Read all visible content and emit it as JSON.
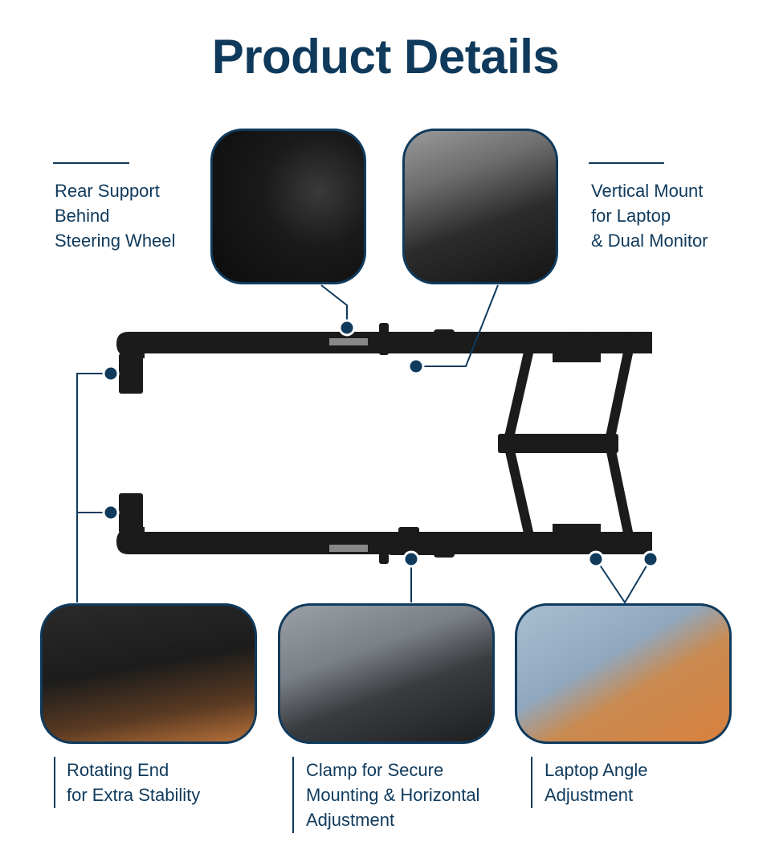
{
  "title": "Product Details",
  "features": {
    "rear_support": {
      "lines": [
        "Rear Support",
        "Behind",
        "Steering Wheel"
      ]
    },
    "vertical_mount": {
      "lines": [
        "Vertical Mount",
        "for Laptop",
        "& Dual Monitor"
      ]
    },
    "rotating_end": {
      "lines": [
        "Rotating End",
        "for Extra Stability"
      ]
    },
    "clamp": {
      "lines": [
        "Clamp for Secure",
        "Mounting & Horizontal",
        "Adjustment"
      ]
    },
    "angle": {
      "lines": [
        "Laptop Angle",
        "Adjustment"
      ]
    }
  },
  "colors": {
    "brand": "#0f3a5c"
  }
}
